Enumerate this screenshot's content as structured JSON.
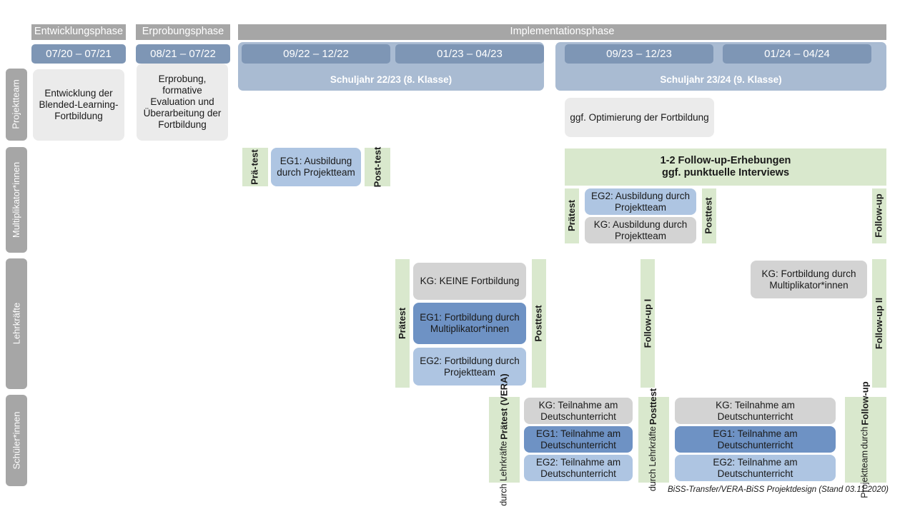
{
  "diagram": {
    "footnote": "BiSS-Transfer/VERA-BiSS Projektdesign (Stand 03.11.2020)",
    "colors": {
      "phase_bar": "#a6a6a6",
      "period_chip": "#7e96b5",
      "school_year": "#a9bbd2",
      "row_label": "#a6a6a6",
      "card_grey": "#ebebeb",
      "card_grey_dark": "#d3d3d3",
      "card_blue_mid": "#6e92c4",
      "card_blue_light": "#aec5e2",
      "green": "#d9e8cd"
    }
  },
  "phases": [
    {
      "label": "Entwicklungsphase"
    },
    {
      "label": "Erprobungsphase"
    },
    {
      "label": "Implementationsphase"
    }
  ],
  "periods": [
    {
      "label": "07/20 – 07/21"
    },
    {
      "label": "08/21 – 07/22"
    },
    {
      "label": "09/22 – 12/22"
    },
    {
      "label": "01/23 – 04/23"
    },
    {
      "label": "09/23 – 12/23"
    },
    {
      "label": "01/24 – 04/24"
    }
  ],
  "school_years": [
    {
      "label": "Schuljahr 22/23 (8. Klasse)"
    },
    {
      "label": "Schuljahr 23/24 (9. Klasse)"
    }
  ],
  "rows": [
    {
      "label": "Projektteam"
    },
    {
      "label": "Multiplikator*innen"
    },
    {
      "label": "Lehrkräfte"
    },
    {
      "label": "Schüler*innen"
    }
  ],
  "projektteam": {
    "entwicklung": "Entwicklung der Blended-Learning-Fortbildung",
    "erprobung": "Erprobung, formative Evaluation und Überarbeitung der Fortbildung",
    "optimierung": "ggf. Optimierung der Fortbildung"
  },
  "multiplikatoren": {
    "praetest_1a": "Prä-",
    "praetest_1b": "test",
    "eg1": "EG1: Ausbildung durch Projektteam",
    "posttest_1a": "Post-",
    "posttest_1b": "test",
    "followup_band_line1": "1-2 Follow-up-Erhebungen",
    "followup_band_line2": "ggf. punktuelle Interviews",
    "praetest_2": "Prätest",
    "eg2": "EG2: Ausbildung durch Projektteam",
    "kg": "KG: Ausbildung durch Projektteam",
    "posttest_2": "Posttest",
    "followup": "Follow-up"
  },
  "lehrkraefte": {
    "praetest": "Prätest",
    "kg_keine": "KG:  KEINE Fortbildung",
    "eg1": "EG1: Fortbildung durch Multiplikator*innen",
    "eg2": "EG2: Fortbildung durch Projektteam",
    "posttest": "Posttest",
    "followup_1": "Follow-up I",
    "kg_fortbildung": "KG: Fortbildung durch Multiplikator*innen",
    "followup_2": "Follow-up II"
  },
  "schueler": {
    "praetest_main": "Prätest (VERA)",
    "praetest_sub": "durch Lehrkräfte",
    "kg_1": "KG: Teilnahme am Deutschunterricht",
    "eg1_1": "EG1: Teilnahme am Deutschunterricht",
    "eg2_1": "EG2: Teilnahme am Deutschunterricht",
    "posttest_main": "Posttest",
    "posttest_sub": "durch Lehrkräfte",
    "kg_2": "KG: Teilnahme am Deutschunterricht",
    "eg1_2": "EG1: Teilnahme am Deutschunterricht",
    "eg2_2": "EG2: Teilnahme am Deutschunterricht",
    "followup_main": "Follow-up",
    "followup_sub1": "durch",
    "followup_sub2": "Projektteam"
  }
}
